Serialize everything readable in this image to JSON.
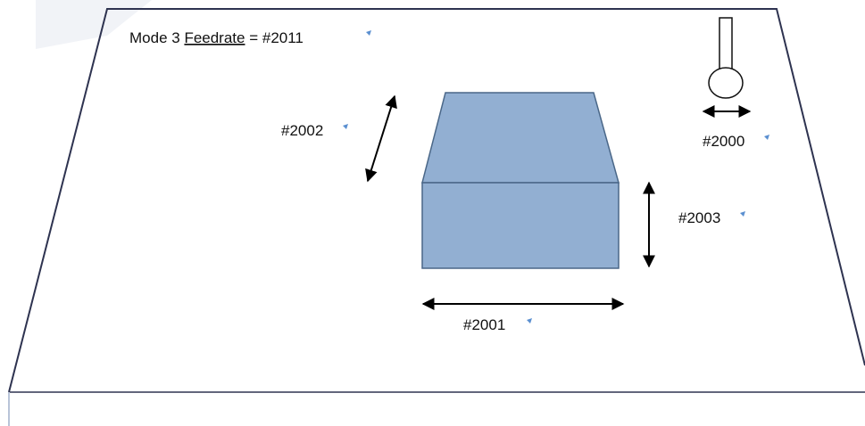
{
  "title": {
    "text_before": "Mode 3 ",
    "text_underlined": "Feedrate",
    "text_after": " = #2011"
  },
  "labels": {
    "tool_width": "#2000",
    "part_length": "#2001",
    "part_depth": "#2002",
    "part_height": "#2003"
  },
  "colors": {
    "part_fill": "#92afd2",
    "part_stroke": "#4a6788",
    "outline": "#2e3350",
    "marker": "#5a8fd0",
    "underline": "#e8392b"
  }
}
